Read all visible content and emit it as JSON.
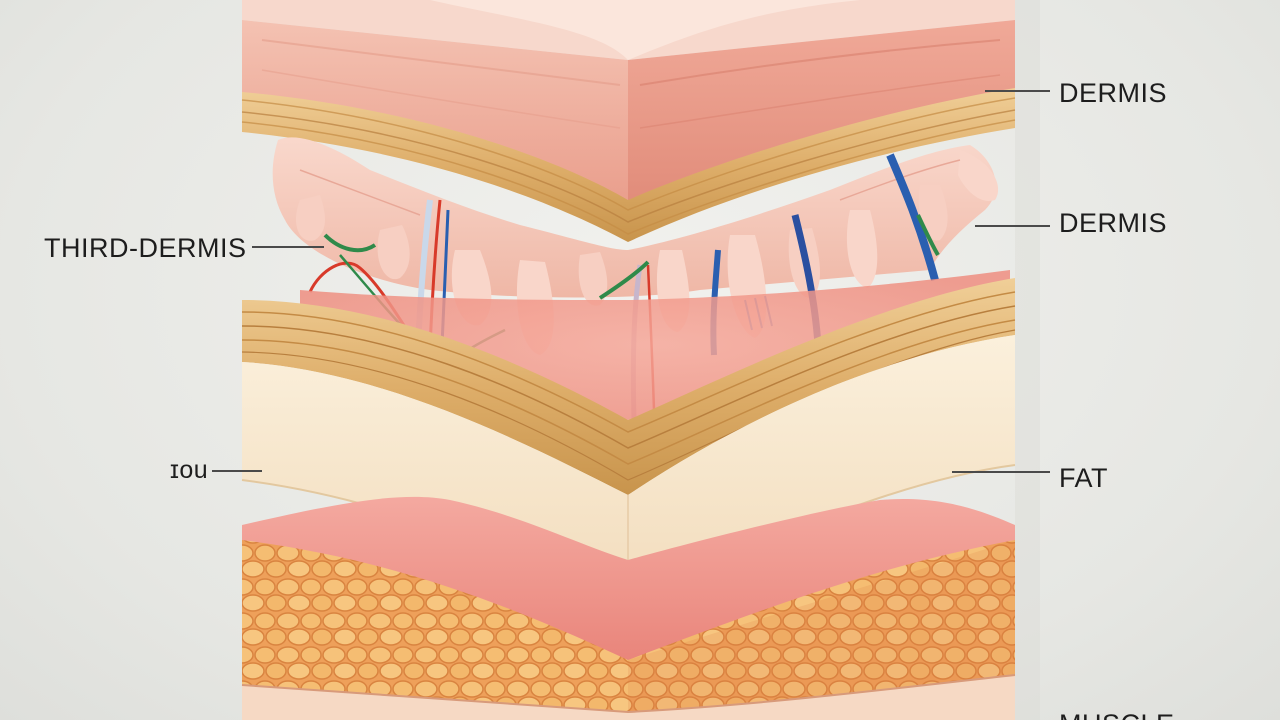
{
  "labels": {
    "dermis_top": "DERMIS",
    "dermis_mid": "DERMIS",
    "third_dermis": "THIRD-DERMIS",
    "left_small": "ɪou",
    "fat": "FAT",
    "bottom_partial": "MUSCLE"
  },
  "colors": {
    "background": "#e9eae6",
    "skin_top": "#f0b0a0",
    "skin_side": "#e89a8a",
    "fibrous_band": "#e2b878",
    "fat_cream": "#f6e4c8",
    "tissue_pink": "#f2bcae",
    "muscle_orange": "#f0a860",
    "vessel_blue": "#2a5fb0",
    "vessel_red": "#d83a2a",
    "nerve_green": "#2f8a4a",
    "label_text": "#1d1d1d"
  }
}
